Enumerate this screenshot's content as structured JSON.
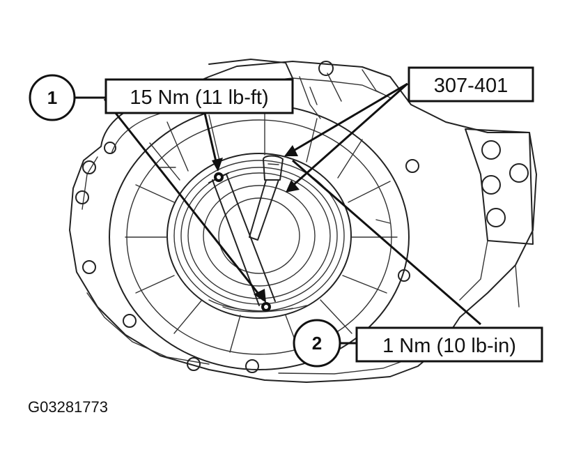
{
  "callouts": [
    {
      "number": "1",
      "label": "15 Nm (11 lb-ft)"
    },
    {
      "number": "2",
      "label": "1 Nm (10 lb-in)"
    }
  ],
  "tool_label": "307-401",
  "figure_code": "G03281773"
}
